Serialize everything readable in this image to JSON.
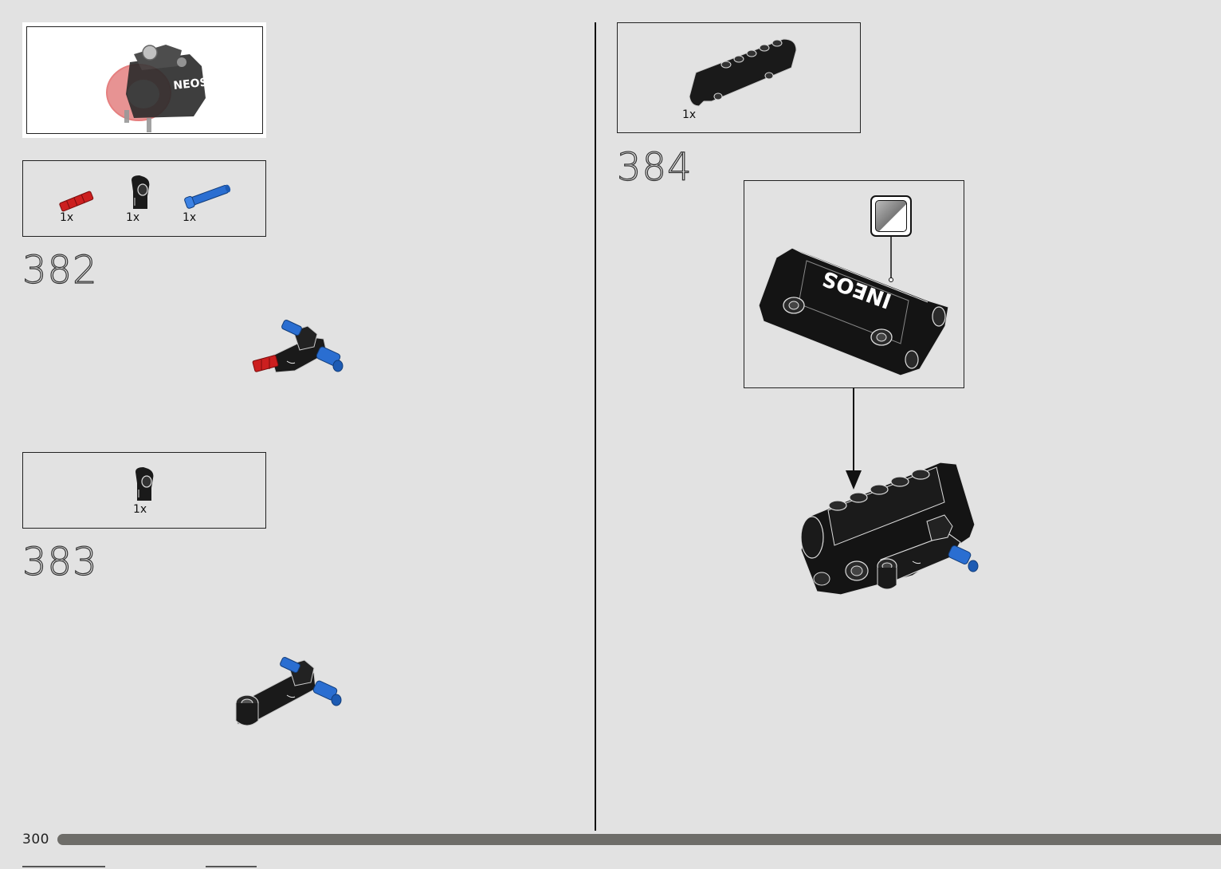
{
  "page": {
    "number": "300"
  },
  "left": {
    "context_box": {
      "model_label": "NEOS"
    },
    "parts_box_382": {
      "parts": [
        {
          "icon": "red-axle-pin-icon",
          "qty": "1x",
          "color": "#cc1f1f"
        },
        {
          "icon": "black-angle-connector-icon",
          "qty": "1x",
          "color": "#1a1a1a"
        },
        {
          "icon": "blue-axle-pin-icon",
          "qty": "1x",
          "color": "#2a6ed1"
        }
      ]
    },
    "step_382": "382",
    "parts_box_383": {
      "parts": [
        {
          "icon": "black-angle-connector-icon",
          "qty": "1x",
          "color": "#1a1a1a"
        }
      ]
    },
    "step_383": "383"
  },
  "right": {
    "parts_box_384": {
      "parts": [
        {
          "icon": "black-panel-beam-icon",
          "qty": "1x",
          "color": "#1a1a1a"
        }
      ]
    },
    "step_384": "384",
    "callout": {
      "sticker_label": "INEOS",
      "sticker_icon": "sticker-icon"
    }
  },
  "colors": {
    "background": "#e2e2e2",
    "progress_bar": "#6e6d69",
    "red": "#cc1f1f",
    "blue": "#2a6ed1",
    "black": "#1a1a1a"
  }
}
